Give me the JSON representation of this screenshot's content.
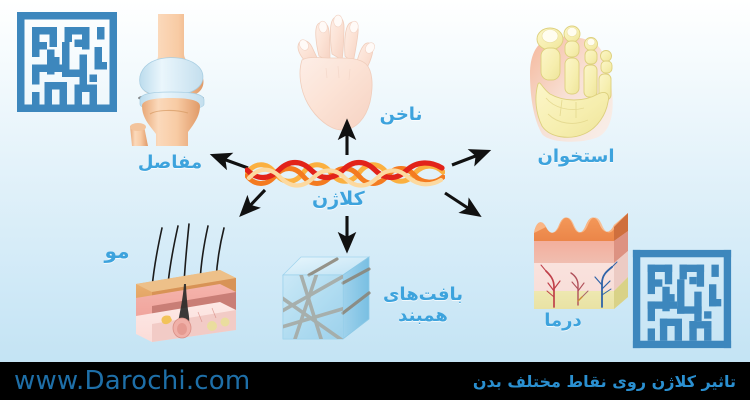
{
  "meta": {
    "title": "تاثیر کلاژن روی نقاط مختلف بدن",
    "language": "fa",
    "background_top": "#ffffff",
    "background_bottom": "#bfe1f3"
  },
  "center": {
    "label": "کلاژن",
    "label_color": "#3da3dd",
    "helix_colors": [
      "#e2231a",
      "#f47b20",
      "#fbb040",
      "#fcd9a0"
    ]
  },
  "nodes": [
    {
      "id": "joints",
      "label": "مفاصل",
      "icon": "knee-joint-illustration",
      "direction": "up-left"
    },
    {
      "id": "nail",
      "label": "ناخن",
      "icon": "hand-nail-illustration",
      "direction": "up"
    },
    {
      "id": "bone",
      "label": "استخوان",
      "icon": "foot-bones-illustration",
      "direction": "up-right"
    },
    {
      "id": "hair",
      "label": "مو",
      "icon": "hair-follicle-illustration",
      "direction": "down-left"
    },
    {
      "id": "connective-tissue",
      "label": "بافت‌های همبند",
      "icon": "connective-tissue-cube",
      "direction": "down"
    },
    {
      "id": "derma",
      "label": "درما",
      "icon": "skin-layers-illustration",
      "direction": "down-right"
    }
  ],
  "footer": {
    "url": "www.Darochi.com",
    "tagline": "تاثیر کلاژن روی نقاط مختلف بدن",
    "background": "#000000",
    "url_color": "#1e6fa8",
    "tagline_color": "#2a8fd0"
  },
  "watermarks": [
    {
      "id": "kufic-top-left",
      "name": "kufic-square-calligraphy",
      "color": "#3d87bd"
    },
    {
      "id": "kufic-bottom-right",
      "name": "kufic-square-calligraphy",
      "color": "#3d87bd"
    }
  ]
}
